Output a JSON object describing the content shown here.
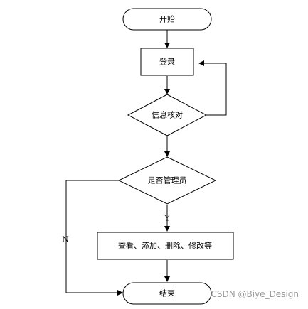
{
  "nodes": {
    "start": "开始",
    "login": "登录",
    "verify": "信息核对",
    "is_admin": "是否管理员",
    "actions": "查看、添加、删除、修改等",
    "end": "结束"
  },
  "edges": {
    "yes_label": "Y",
    "no_label": "N"
  },
  "watermark": "CSDN @Biye_Design"
}
